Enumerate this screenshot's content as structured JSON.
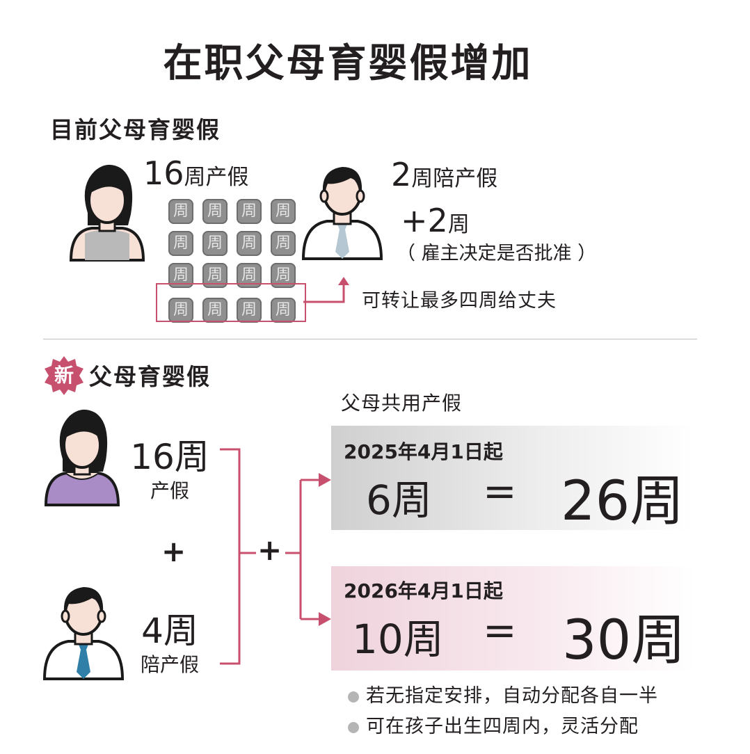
{
  "title": "在职父母育婴假增加",
  "current": {
    "heading": "目前父母育婴假",
    "maternity_num": "16",
    "maternity_label": "周产假",
    "paternity_num": "2",
    "paternity_label": "周陪产假",
    "extra_num": "+2",
    "extra_unit": "周",
    "extra_note": "（ 雇主决定是否批准 ）",
    "week_chip": "周",
    "transfer_note": "可转让最多四周给丈夫"
  },
  "new": {
    "badge": "新",
    "heading": "父母育婴假",
    "maternity_num": "16周",
    "maternity_label": "产假",
    "plus": "+",
    "paternity_num": "4周",
    "paternity_label": "陪产假",
    "plus2": "+",
    "shared_label": "父母共用产假",
    "phase1": {
      "date": "2025年4月1日起",
      "weeks": "6周",
      "equals": "=",
      "total": "26周"
    },
    "phase2": {
      "date": "2026年4月1日起",
      "weeks": "10周",
      "equals": "=",
      "total": "30周"
    },
    "notes": [
      "若无指定安排，自动分配各自一半",
      "可在孩子出生四周内，灵活分配"
    ]
  },
  "colors": {
    "accent": "#c8506f",
    "mother_top_new": "#a98bc6",
    "father_tie_new": "#2f7fa8",
    "mother_top_old": "#b9b9b9",
    "father_tie_old": "#b5c7d3"
  }
}
